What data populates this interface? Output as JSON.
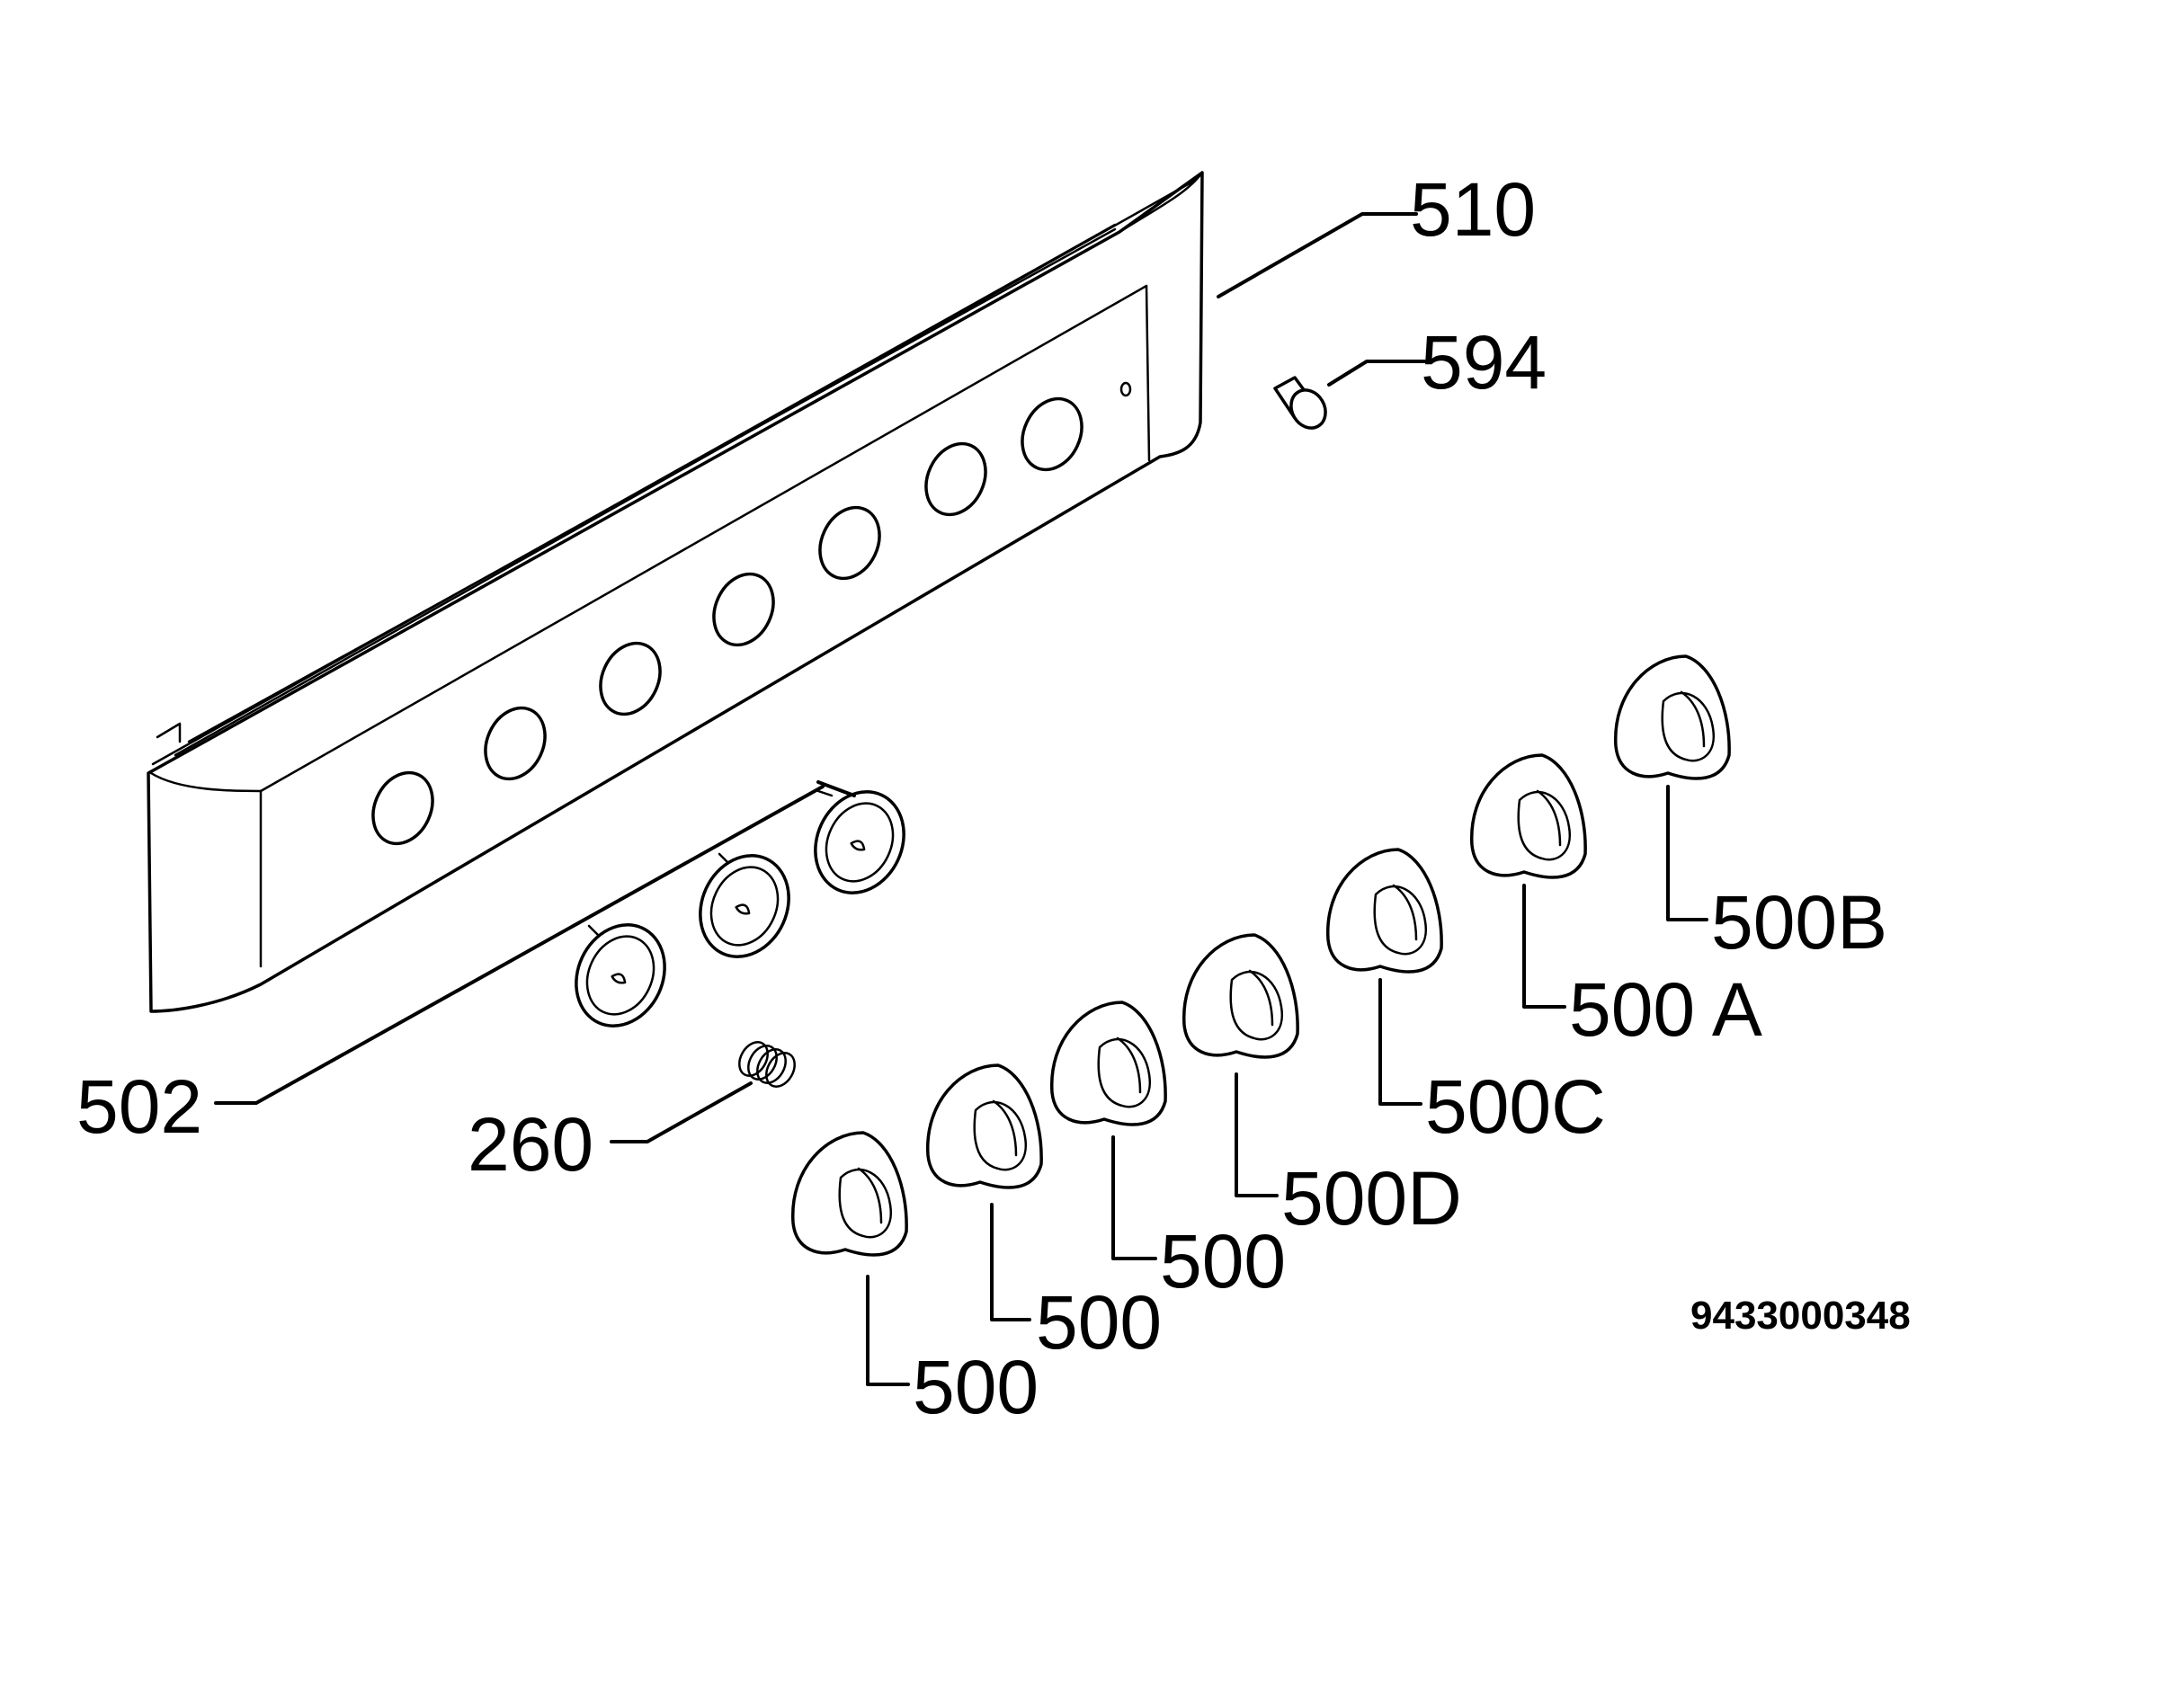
{
  "diagram": {
    "document_code": "9433000348",
    "callouts": {
      "panel": "510",
      "indicator_lamp": "594",
      "bezel_rings": "502",
      "spring": "260",
      "knob_1": "500",
      "knob_2": "500",
      "knob_3": "500",
      "knob_4": "500D",
      "knob_5": "500C",
      "knob_6": "500 A",
      "knob_7": "500B"
    }
  }
}
